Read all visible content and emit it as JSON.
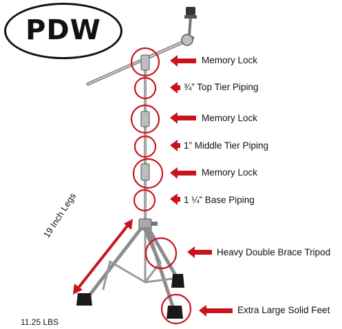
{
  "brand": {
    "logo": "PDW"
  },
  "callouts": [
    {
      "id": "memory-lock-top",
      "label": "Memory Lock"
    },
    {
      "id": "top-tier-piping",
      "label": "¾” Top Tier Piping"
    },
    {
      "id": "memory-lock-middle",
      "label": "Memory Lock"
    },
    {
      "id": "middle-tier-piping",
      "label": "1” Middle Tier Piping"
    },
    {
      "id": "memory-lock-bottom",
      "label": "Memory Lock"
    },
    {
      "id": "base-piping",
      "label": "1 ¼” Base Piping"
    },
    {
      "id": "tripod",
      "label": "Heavy Double Brace Tripod"
    },
    {
      "id": "feet",
      "label": "Extra Large Solid Feet"
    }
  ],
  "legs_label": "19 Inch Legs",
  "weight": "11.25 LBS",
  "colors": {
    "accent": "#c8141c",
    "stand": "#8c8c8c",
    "text": "#111111"
  }
}
